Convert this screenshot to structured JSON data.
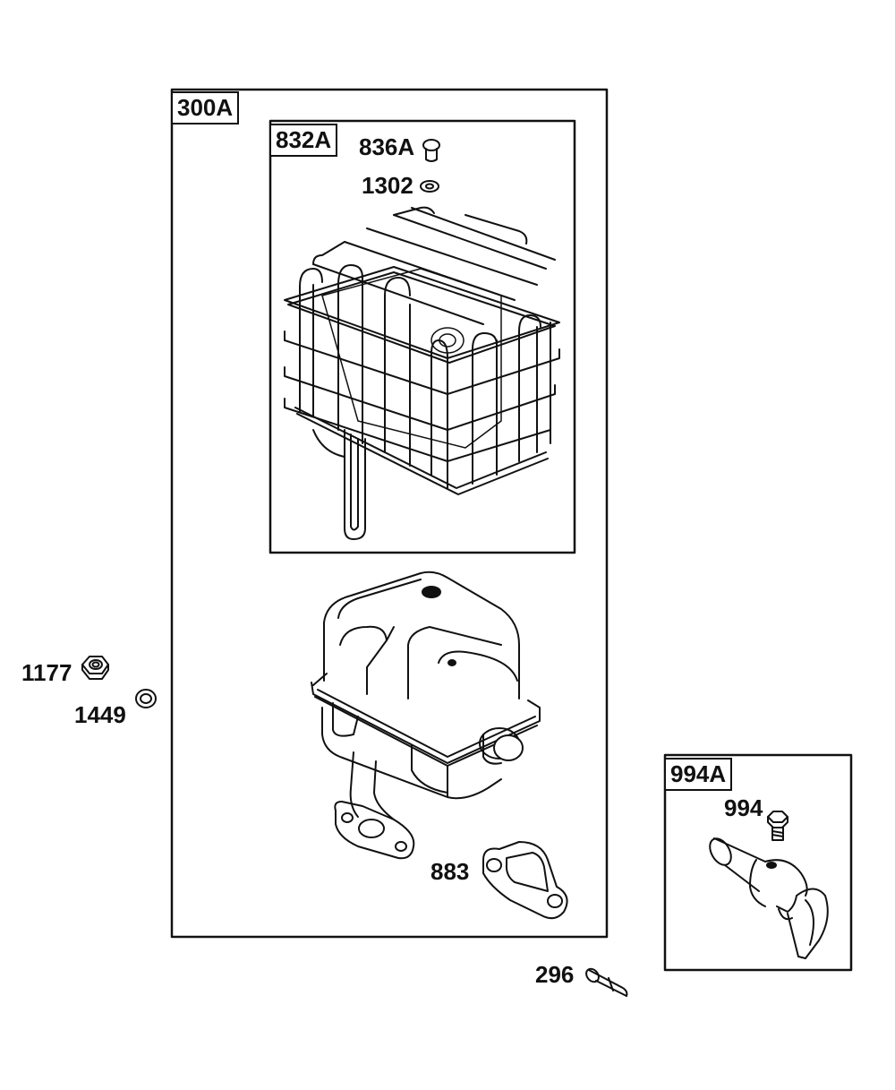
{
  "diagram": {
    "groups": [
      {
        "id": "300A"
      },
      {
        "id": "832A"
      },
      {
        "id": "994A"
      }
    ],
    "parts": {
      "p836A": "836A",
      "p1302": "1302",
      "p1177": "1177",
      "p1449": "1449",
      "p883": "883",
      "p994": "994",
      "p296": "296"
    }
  }
}
